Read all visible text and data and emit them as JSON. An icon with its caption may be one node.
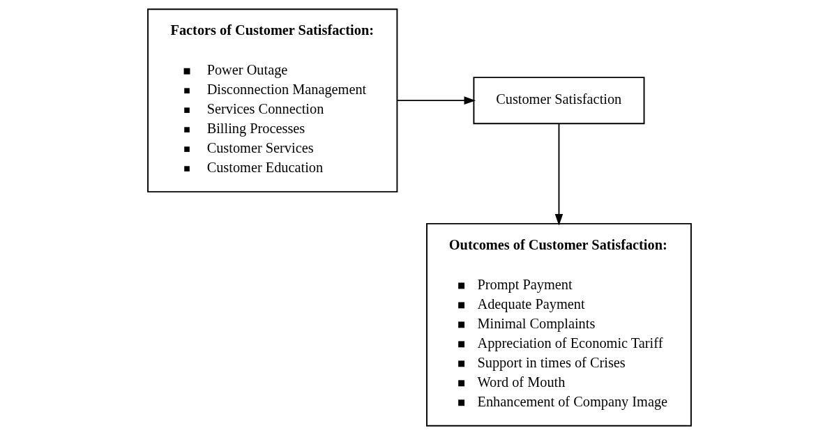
{
  "diagram": {
    "nodes": [
      {
        "text": [
          "Factors of Customer Satisfaction:",
          "Power Outage",
          "Disconnection Management",
          "Services Connection",
          "Billing Processes",
          "Customer Services",
          "Customer Education"
        ]
      },
      {
        "text": [
          "Customer Satisfaction"
        ]
      },
      {
        "text": [
          "Outcomes of Customer Satisfaction:",
          "Prompt Payment",
          "Adequate Payment",
          "Minimal Complaints",
          "Appreciation of Economic Tariff",
          "Support in times of Crises",
          "Word of Mouth",
          "Enhancement of Company Image"
        ]
      }
    ],
    "edges": [
      {
        "from": 0,
        "to": 1,
        "arrow": "to"
      },
      {
        "from": 1,
        "to": 2,
        "arrow": "to"
      }
    ]
  }
}
